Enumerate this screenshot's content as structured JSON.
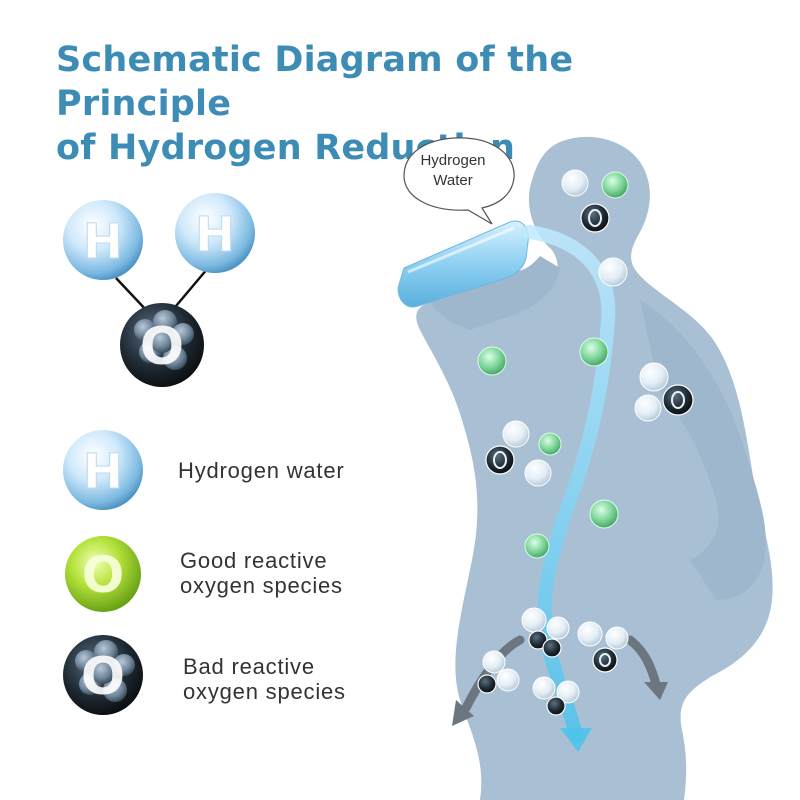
{
  "title": {
    "line1": "Schematic Diagram of the Principle",
    "line2": "of Hydrogen Reduction"
  },
  "speech_bubble": {
    "line1": "Hydrogen",
    "line2": "Water"
  },
  "molecule": {
    "atom_h_letter": "H",
    "atom_o_letter": "O"
  },
  "legend": [
    {
      "letter": "H",
      "icon": "hydrogen-icon",
      "line1": "Hydrogen water",
      "line2": ""
    },
    {
      "letter": "O",
      "icon": "good-oxygen-icon",
      "line1": "Good reactive",
      "line2": "oxygen species"
    },
    {
      "letter": "O",
      "icon": "bad-oxygen-icon",
      "line1": "Bad reactive",
      "line2": "oxygen species"
    }
  ],
  "colors": {
    "title": "#3d8cb5",
    "silhouette": "#a9bfd3",
    "hydrogen": "#bfe1f7",
    "good_oxygen": "#9ccd2a",
    "bad_oxygen": "#1b1b1b",
    "flow_arrow": "#7fd2ef"
  }
}
